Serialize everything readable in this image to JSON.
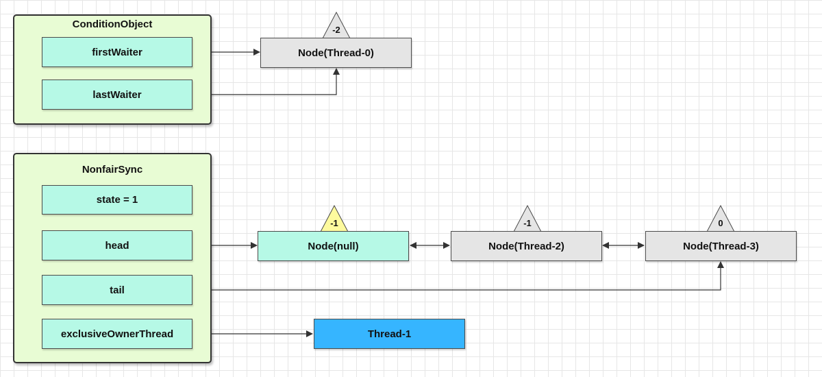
{
  "condition_object": {
    "title": "ConditionObject",
    "fields": [
      "firstWaiter",
      "lastWaiter"
    ]
  },
  "nonfair_sync": {
    "title": "NonfairSync",
    "fields": [
      "state = 1",
      "head",
      "tail",
      "exclusiveOwnerThread"
    ]
  },
  "condition_queue": {
    "node": {
      "label": "Node(Thread-0)",
      "wait_status": "-2"
    }
  },
  "sync_queue": {
    "nodes": [
      {
        "label": "Node(null)",
        "wait_status": "-1"
      },
      {
        "label": "Node(Thread-2)",
        "wait_status": "-1"
      },
      {
        "label": "Node(Thread-3)",
        "wait_status": "0"
      }
    ]
  },
  "owner_thread": {
    "label": "Thread-1"
  },
  "colors": {
    "container_fill": "#e8fcd4",
    "field_fill": "#b6f9e6",
    "node_fill": "#e5e5e5",
    "head_node_fill": "#b6f9e6",
    "thread_fill": "#36b5ff",
    "status_triangle_fill": "#e5e5e5",
    "head_status_triangle_fill": "#fdfa9e"
  }
}
